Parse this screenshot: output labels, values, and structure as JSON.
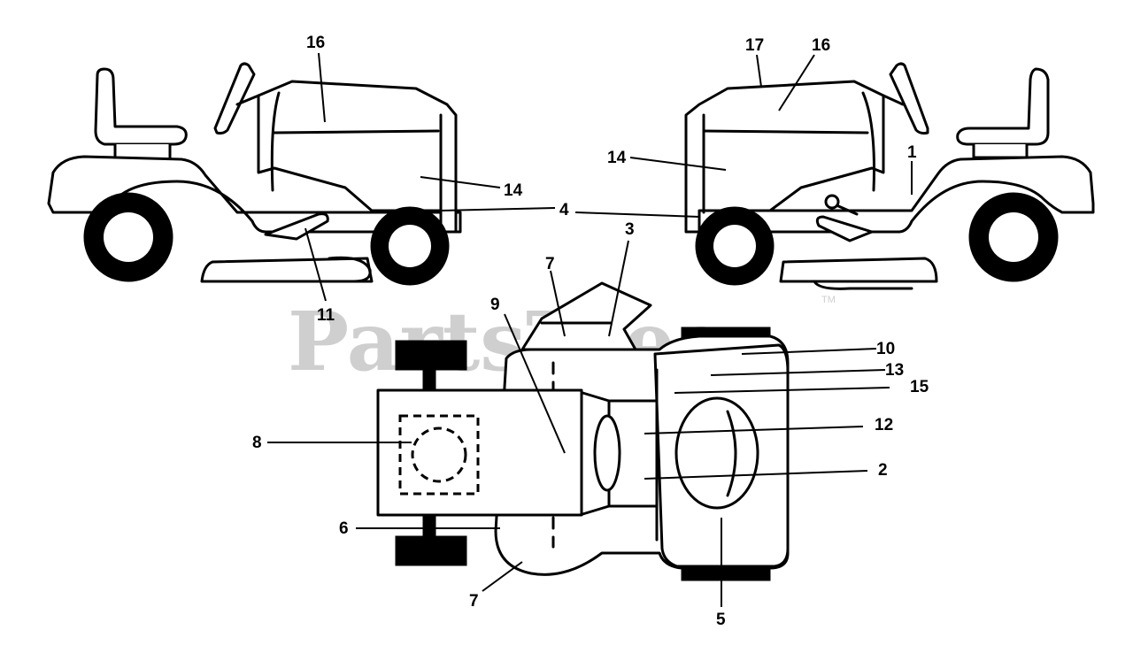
{
  "watermark": {
    "text": "PartsTree",
    "tm": "TM"
  },
  "callouts": {
    "c1": "1",
    "c2": "2",
    "c3": "3",
    "c4": "4",
    "c5": "5",
    "c6": "6",
    "c7a": "7",
    "c7b": "7",
    "c8": "8",
    "c9": "9",
    "c10": "10",
    "c11": "11",
    "c12": "12",
    "c13": "13",
    "c14a": "14",
    "c14b": "14",
    "c15": "15",
    "c16a": "16",
    "c16b": "16",
    "c17": "17"
  }
}
